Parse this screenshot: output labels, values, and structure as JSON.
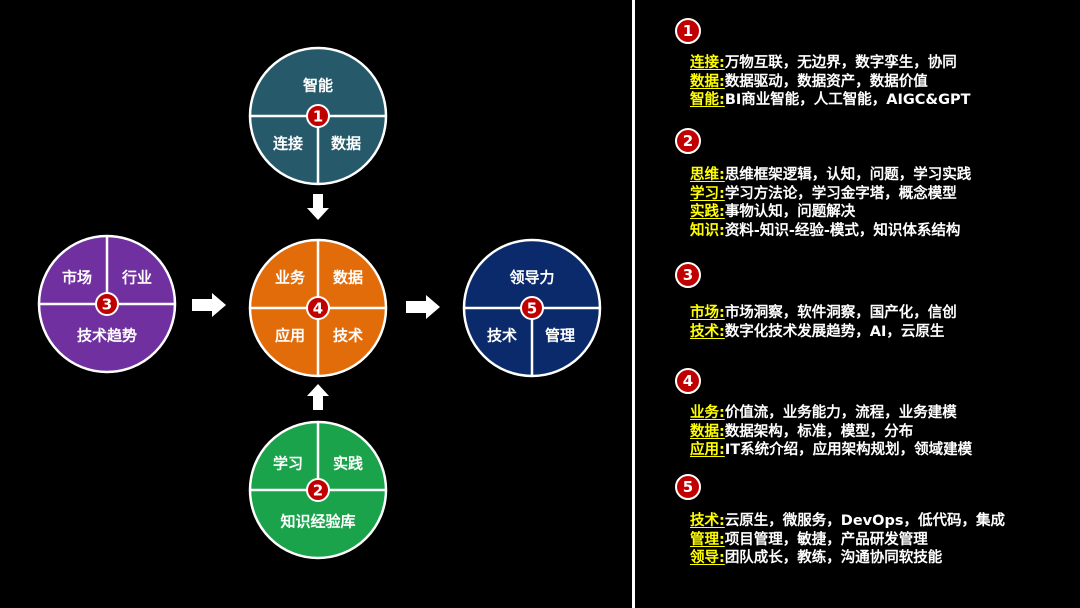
{
  "nodes": [
    {
      "id": "n1",
      "number": "1",
      "color": "#265a6b",
      "top": "智能",
      "bottom_left": "连接",
      "bottom_right": "数据",
      "layout": "T"
    },
    {
      "id": "n2",
      "number": "2",
      "color": "#1aa34a",
      "top_left": "学习",
      "top_right": "实践",
      "bottom": "知识经验库",
      "layout": "invT"
    },
    {
      "id": "n3",
      "number": "3",
      "color": "#7030a0",
      "top_left": "市场",
      "top_right": "行业",
      "bottom": "技术趋势",
      "layout": "invT"
    },
    {
      "id": "n4",
      "number": "4",
      "color": "#e36c0a",
      "q_tl": "业务",
      "q_tr": "数据",
      "q_bl": "应用",
      "q_br": "技术",
      "layout": "cross"
    },
    {
      "id": "n5",
      "number": "5",
      "color": "#0b2a6b",
      "top": "领导力",
      "bottom_left": "技术",
      "bottom_right": "管理",
      "layout": "T"
    }
  ],
  "legend": [
    {
      "number": "1",
      "lines": [
        {
          "key": "连接:",
          "text": "万物互联，无边界，数字孪生，协同",
          "underline": true
        },
        {
          "key": "数据:",
          "text": "数据驱动，数据资产，数据价值",
          "underline": true
        },
        {
          "key": "智能:",
          "text": "BI商业智能，人工智能，AIGC&GPT",
          "underline": true
        }
      ]
    },
    {
      "number": "2",
      "lines": [
        {
          "key": "思维:",
          "text": "思维框架逻辑，认知，问题，学习实践",
          "underline": true
        },
        {
          "key": "学习:",
          "text": "学习方法论，学习金字塔，概念模型",
          "underline": true
        },
        {
          "key": "实践:",
          "text": "事物认知，问题解决",
          "underline": true
        },
        {
          "key": "知识:",
          "text": "资料-知识-经验-模式，知识体系结构",
          "underline": false
        }
      ]
    },
    {
      "number": "3",
      "lines": [
        {
          "key": "市场:",
          "text": "市场洞察，软件洞察，国产化，信创",
          "underline": true
        },
        {
          "key": "技术:",
          "text": "数字化技术发展趋势，AI，云原生",
          "underline": true
        }
      ]
    },
    {
      "number": "4",
      "lines": [
        {
          "key": "业务:",
          "text": "价值流，业务能力，流程，业务建模",
          "underline": true
        },
        {
          "key": "数据:",
          "text": "数据架构，标准，模型，分布",
          "underline": true
        },
        {
          "key": "应用:",
          "text": "IT系统介绍，应用架构规划，领域建模",
          "underline": true
        }
      ]
    },
    {
      "number": "5",
      "lines": [
        {
          "key": "技术:",
          "text": "云原生，微服务，DevOps，低代码，集成",
          "underline": true
        },
        {
          "key": "管理:",
          "text": "项目管理，敏捷，产品研发管理",
          "underline": true
        },
        {
          "key": "领导:",
          "text": "团队成长，教练，沟通协同软技能",
          "underline": true
        }
      ]
    }
  ]
}
